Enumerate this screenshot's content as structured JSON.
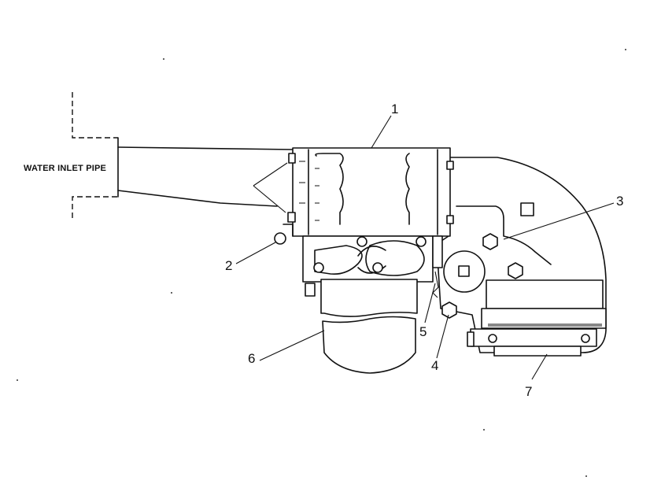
{
  "diagram": {
    "pipe_label": "WATER INLET PIPE",
    "callouts": [
      "1",
      "2",
      "3",
      "4",
      "5",
      "6",
      "7"
    ]
  }
}
